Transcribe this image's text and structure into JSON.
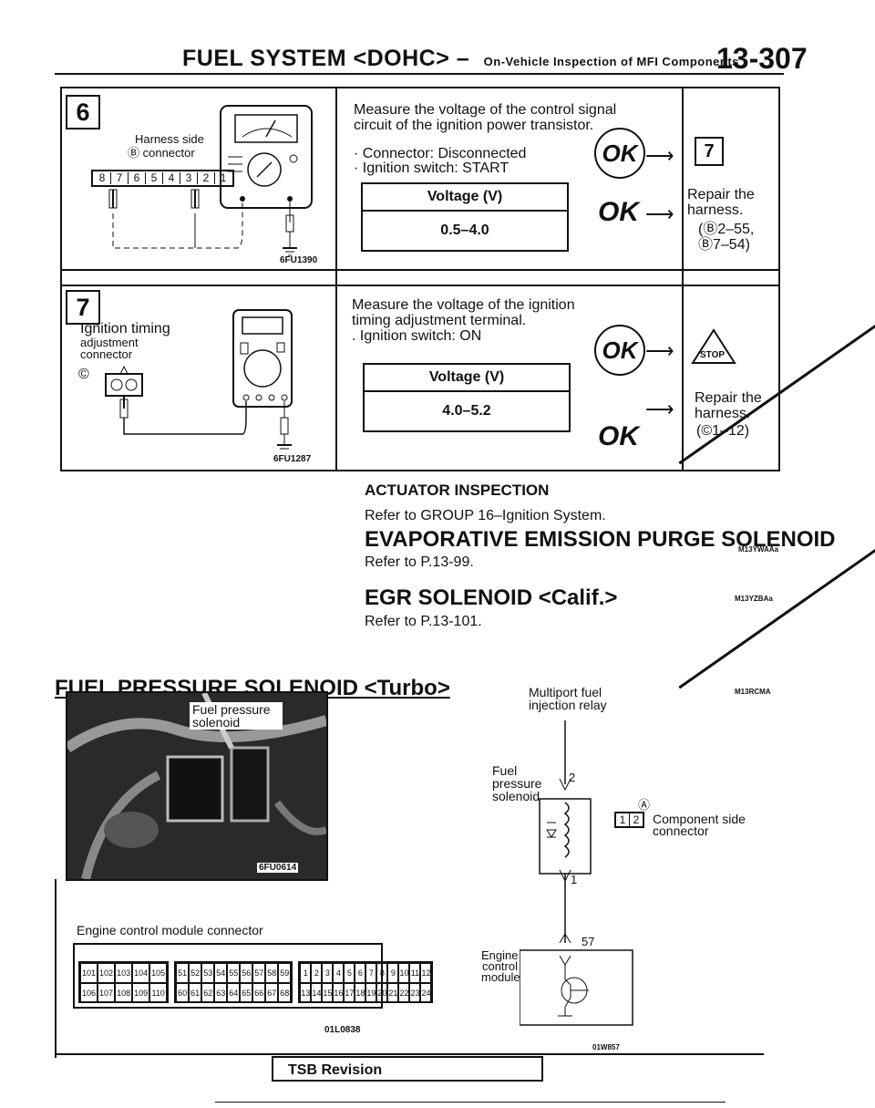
{
  "header": {
    "title": "FUEL SYSTEM <DOHC>",
    "dash": "–",
    "subtitle": "On-Vehicle Inspection of MFI Components",
    "page_number": "13-307"
  },
  "step6": {
    "number": "6",
    "diagram_label_1": "Harness side",
    "diagram_label_2": "Ⓑ connector",
    "pins": [
      "8",
      "7",
      "6",
      "5",
      "4",
      "3",
      "2",
      "1"
    ],
    "figure_code": "6FU1390",
    "instruction": "Measure the voltage of the control signal circuit of the ignition power transistor.",
    "conditions": [
      "· Connector: Disconnected",
      "· Ignition switch: START"
    ],
    "table_header": "Voltage (V)",
    "table_value": "0.5–4.0",
    "ok_label": "OK",
    "ng_label": "OK",
    "ok_result": "7",
    "ng_result": "Repair the harness.",
    "ng_result_detail_1": "(Ⓑ2–55,",
    "ng_result_detail_2": "Ⓑ7–54)"
  },
  "step7": {
    "number": "7",
    "diagram_label_1": "Ignition timing",
    "diagram_label_2": "adjustment",
    "diagram_label_3": "connector",
    "connector_mark": "©",
    "figure_code": "6FU1287",
    "instruction": "Measure the voltage of the ignition timing adjustment terminal.",
    "conditions": [
      ". Ignition switch: ON"
    ],
    "table_header": "Voltage (V)",
    "table_value": "4.0–5.2",
    "ok_label": "OK",
    "ng_label": "OK",
    "ok_result": "STOP",
    "ng_result": "Repair the harness.",
    "ng_result_detail_1": "(©1–12)"
  },
  "actuator": {
    "title": "ACTUATOR INSPECTION",
    "ref": "Refer to GROUP 16–Ignition System."
  },
  "evap": {
    "title": "EVAPORATIVE EMISSION PURGE SOLENOID",
    "code": "M13YWAAa",
    "ref": "Refer to P.13-99."
  },
  "egr": {
    "title": "EGR SOLENOID <Calif.>",
    "code": "M13YZBAa",
    "ref": "Refer to P.13-101."
  },
  "fps": {
    "title": "FUEL PRESSURE SOLENOID <Turbo>",
    "code": "M13RCMA",
    "photo_label": "Fuel pressure solenoid",
    "photo_code": "6FU0614",
    "ecm_connector_label": "Engine control module connector",
    "ecm_pins_group1": [
      "101",
      "102",
      "103",
      "104",
      "105",
      "106",
      "107",
      "108",
      "109",
      "110"
    ],
    "ecm_pins_group2": [
      "51",
      "52",
      "53",
      "54",
      "55",
      "56",
      "57",
      "58",
      "59",
      "60",
      "61",
      "62",
      "63",
      "64",
      "65",
      "66",
      "67",
      "68"
    ],
    "ecm_pins_group3": [
      "1",
      "2",
      "3",
      "4",
      "5",
      "6",
      "7",
      "8",
      "9",
      "10",
      "11",
      "12",
      "13",
      "14",
      "15",
      "16",
      "17",
      "18",
      "19",
      "20",
      "21",
      "22",
      "23",
      "24"
    ],
    "ecm_code": "01L0838",
    "relay_label": "Multiport fuel injection relay",
    "solenoid_label": "Fuel pressure solenoid",
    "pin2": "2",
    "pin1": "1",
    "pin57": "57",
    "component_mark": "Ⓐ",
    "component_pins": [
      "1",
      "2"
    ],
    "component_label": "Component side connector",
    "ecm_label": "Engine control module",
    "schematic_code": "01W857"
  },
  "footer": {
    "tsb": "TSB Revision"
  }
}
